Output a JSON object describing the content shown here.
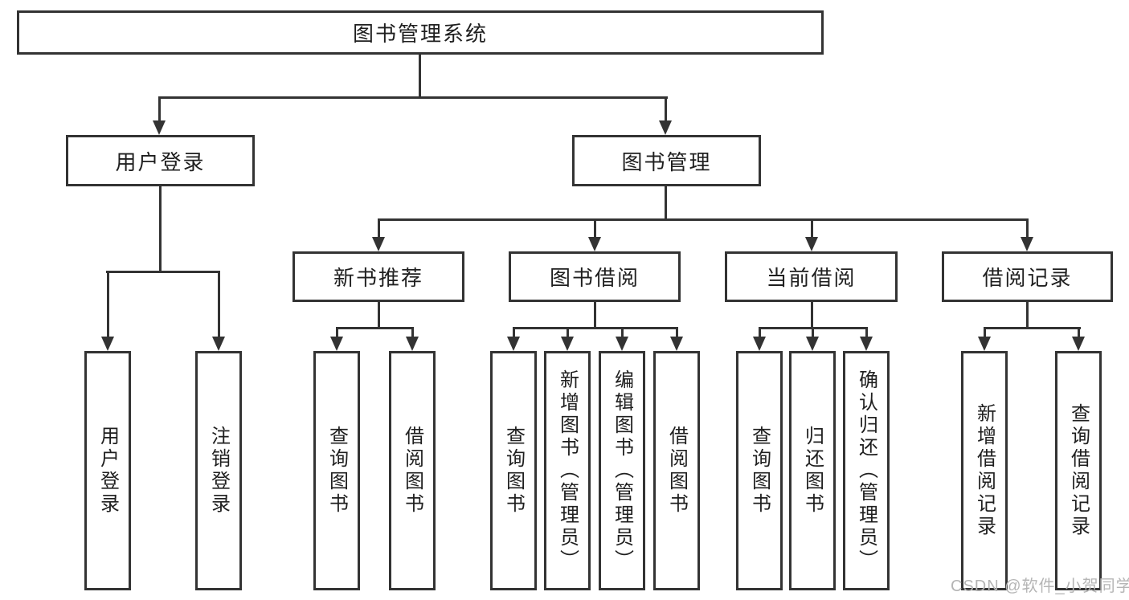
{
  "diagram": {
    "root": {
      "label": "图书管理系统"
    },
    "level2": [
      {
        "label": "用户登录"
      },
      {
        "label": "图书管理"
      }
    ],
    "level3": [
      {
        "label": "新书推荐"
      },
      {
        "label": "图书借阅"
      },
      {
        "label": "当前借阅"
      },
      {
        "label": "借阅记录"
      }
    ],
    "leaves": [
      {
        "label": "用户登录"
      },
      {
        "label": "注销登录"
      },
      {
        "label": "查询图书"
      },
      {
        "label": "借阅图书"
      },
      {
        "label": "查询图书"
      },
      {
        "label": "新增图书（管理员）"
      },
      {
        "label": "编辑图书（管理员）"
      },
      {
        "label": "借阅图书"
      },
      {
        "label": "查询图书"
      },
      {
        "label": "归还图书"
      },
      {
        "label": "确认归还（管理员）"
      },
      {
        "label": "新增借阅记录"
      },
      {
        "label": "查询借阅记录"
      }
    ]
  },
  "watermark": {
    "text": "CSDN @软件_小贺同学"
  },
  "colors": {
    "line": "#333333",
    "text": "#1f1f1f",
    "watermark": "#b5b5b5",
    "background": "#ffffff"
  }
}
